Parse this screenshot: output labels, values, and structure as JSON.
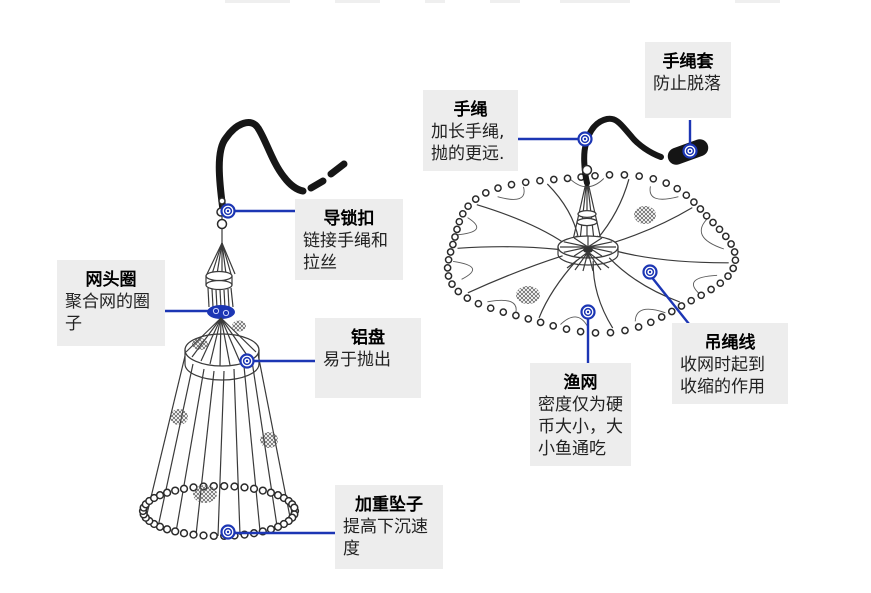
{
  "colors": {
    "accent_blue": "#1c36b4",
    "marker_blue": "#2236c4",
    "label_background": "#ededed",
    "line_black": "#161616"
  },
  "figure": {
    "left_illustration": "folded-cast-net",
    "right_illustration": "open-cast-net"
  },
  "labels": [
    {
      "id": "hand-rope-sleeve",
      "title": "手绳套",
      "desc": "防止脱落"
    },
    {
      "id": "hand-rope",
      "title": "手绳",
      "desc": "加长手绳,\n抛的更远."
    },
    {
      "id": "guide-lock",
      "title": "导锁扣",
      "desc": "链接手绳和\n拉丝"
    },
    {
      "id": "net-head-ring",
      "title": "网头圈",
      "desc": "聚合网的圈\n子"
    },
    {
      "id": "aluminum-disc",
      "title": "铝盘",
      "desc": "易于抛出"
    },
    {
      "id": "weight-pendant",
      "title": "加重坠子",
      "desc": "提高下沉速\n度"
    },
    {
      "id": "fishing-net",
      "title": "渔网",
      "desc": "密度仅为硬\n币大小，大\n小鱼通吃"
    },
    {
      "id": "hanging-line",
      "title": "吊绳线",
      "desc": "收网时起到\n收缩的作用"
    }
  ]
}
